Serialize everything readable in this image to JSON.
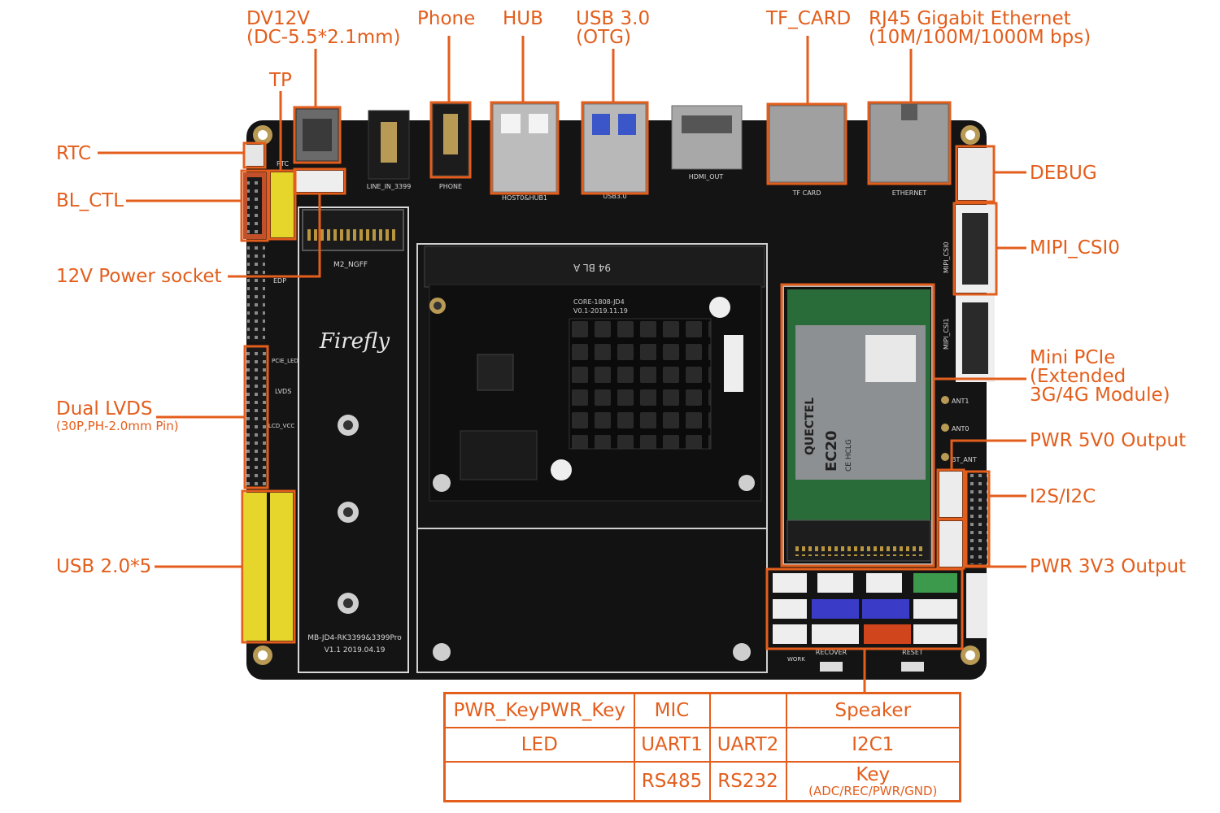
{
  "colors": {
    "accent": "#e35e1c",
    "pcb": "#141414",
    "silk": "#d8d8d8",
    "connector_yellow": "#e6d52a",
    "connector_white": "#eeeeee",
    "connector_blue": "#3a3cc8",
    "connector_red": "#d1451c",
    "heatsink": "#111111"
  },
  "labels": {
    "dv12v": "DV12V",
    "dv12v_sub": "(DC-5.5*2.1mm)",
    "tp": "TP",
    "phone": "Phone",
    "hub": "HUB",
    "usb30": "USB 3.0",
    "usb30_sub": "(OTG)",
    "tf_card": "TF_CARD",
    "rj45": "RJ45 Gigabit Ethernet",
    "rj45_sub": "(10M/100M/1000M bps)",
    "rtc": "RTC",
    "bl_ctl": "BL_CTL",
    "power_socket": "12V Power socket",
    "dual_lvds": "Dual LVDS",
    "dual_lvds_sub": "(30P,PH-2.0mm Pin)",
    "usb20": "USB 2.0*5",
    "debug": "DEBUG",
    "mipi_csi0": "MIPI_CSI0",
    "mini_pcie_1": "Mini PCIe",
    "mini_pcie_2": "(Extended",
    "mini_pcie_3": "3G/4G Module)",
    "pwr_5v0": "PWR 5V0 Output",
    "i2s_i2c": "I2S/I2C",
    "pwr_3v3": "PWR 3V3 Output"
  },
  "silkscreen": {
    "brand": "Firefly",
    "m2": "M2_NGFF",
    "line_in": "LINE_IN_3399",
    "phone": "PHONE",
    "host": "HOST0&HUB1",
    "usb3": "USB3.0",
    "hdmi": "HDMI_OUT",
    "tf": "TF CARD",
    "ethernet": "ETHERNET",
    "core": "CORE-1808-JD4",
    "core_ver": "V0.1-2019.11.19",
    "board": "MB-JD4-RK3399&3399Pro",
    "board_ver": "V1.1  2019.04.19",
    "lvds": "LVDS",
    "edp": "EDP",
    "pcie_led": "PCIE_LED",
    "lcd_vcc": "LCD_VCC",
    "rtc": "RTC",
    "mipi_csi0": "MIPI_CSI0",
    "mipi_csi1": "MIPI_CSI1",
    "ant1": "ANT1",
    "ant0": "ANT0",
    "bt_ant": "BT_ANT",
    "recover": "RECOVER",
    "reset": "RESET",
    "work": "WORK",
    "quectel": "QUECTEL",
    "ec20": "EC20",
    "ec20_sub": "CE HCLG",
    "mem_code": "94 BL A"
  },
  "table": {
    "rows": [
      {
        "cells": [
          "PWR_KeyPWR_Key",
          "MIC",
          "",
          "Speaker"
        ],
        "sub": [
          "",
          "",
          "",
          ""
        ]
      },
      {
        "cells": [
          "LED",
          "UART1",
          "UART2",
          "I2C1"
        ],
        "sub": [
          "",
          "",
          "",
          ""
        ]
      },
      {
        "cells": [
          "",
          "RS485",
          "RS232",
          "Key"
        ],
        "sub": [
          "",
          "",
          "",
          "(ADC/REC/PWR/GND)"
        ]
      }
    ]
  }
}
